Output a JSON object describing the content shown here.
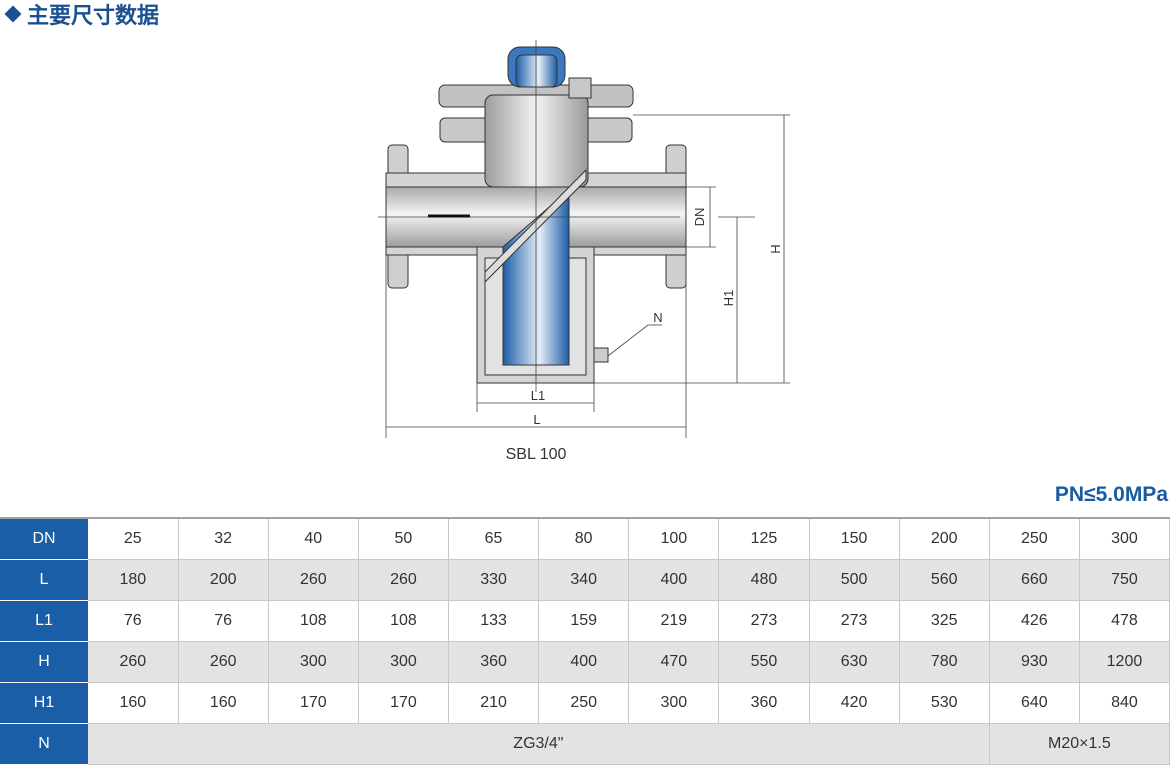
{
  "title": "主要尺寸数据",
  "diagram": {
    "model": "SBL 100",
    "labels": {
      "dn": "DN",
      "h": "H",
      "h1": "H1",
      "l": "L",
      "l1": "L1",
      "n": "N"
    }
  },
  "pressure": "PN≤5.0MPa",
  "table": {
    "rows": [
      {
        "label": "DN",
        "values": [
          "25",
          "32",
          "40",
          "50",
          "65",
          "80",
          "100",
          "125",
          "150",
          "200",
          "250",
          "300"
        ]
      },
      {
        "label": "L",
        "values": [
          "180",
          "200",
          "260",
          "260",
          "330",
          "340",
          "400",
          "480",
          "500",
          "560",
          "660",
          "750"
        ]
      },
      {
        "label": "L1",
        "values": [
          "76",
          "76",
          "108",
          "108",
          "133",
          "159",
          "219",
          "273",
          "273",
          "325",
          "426",
          "478"
        ]
      },
      {
        "label": "H",
        "values": [
          "260",
          "260",
          "300",
          "300",
          "360",
          "400",
          "470",
          "550",
          "630",
          "780",
          "930",
          "1200"
        ]
      },
      {
        "label": "H1",
        "values": [
          "160",
          "160",
          "170",
          "170",
          "210",
          "250",
          "300",
          "360",
          "420",
          "530",
          "640",
          "840"
        ]
      }
    ],
    "n_row": {
      "label": "N",
      "value_small": "ZG3/4\"",
      "value_large": "M20×1.5"
    }
  }
}
